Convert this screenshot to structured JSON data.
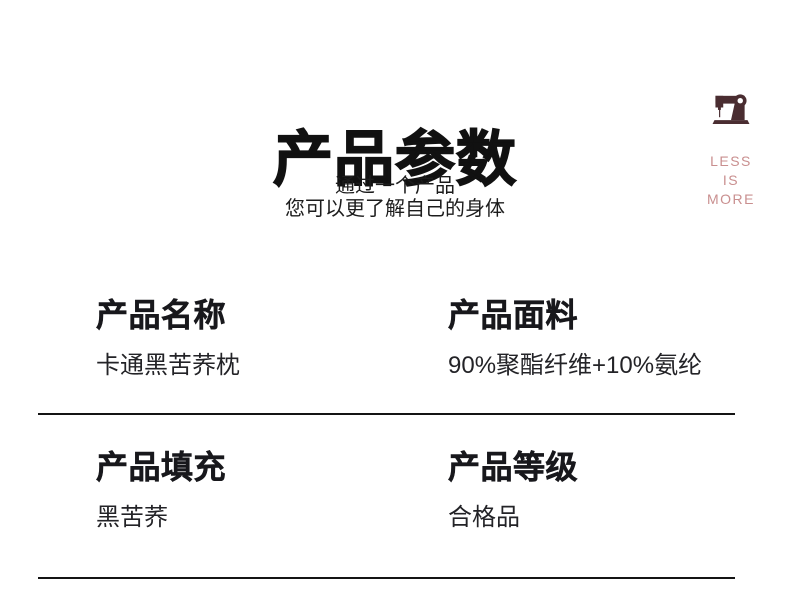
{
  "header": {
    "title": "产品参数",
    "subtitle_lines": [
      "通过一个产品",
      "您可以更了解自己的身体"
    ]
  },
  "brand": {
    "icon": "sewing-machine-icon",
    "icon_color": "#4a2d31",
    "text_color": "#c98f8f",
    "lines": [
      "LESS",
      "IS",
      "MORE"
    ]
  },
  "specs": [
    {
      "label": "产品名称",
      "value": "卡通黑苦荞枕"
    },
    {
      "label": "产品面料",
      "value": "90%聚酯纤维+10%氨纶"
    },
    {
      "label": "产品填充",
      "value": "黑苦荞"
    },
    {
      "label": "产品等级",
      "value": "合格品"
    }
  ],
  "colors": {
    "background": "#ffffff",
    "text": "#1a1a1a",
    "divider": "#141414"
  }
}
